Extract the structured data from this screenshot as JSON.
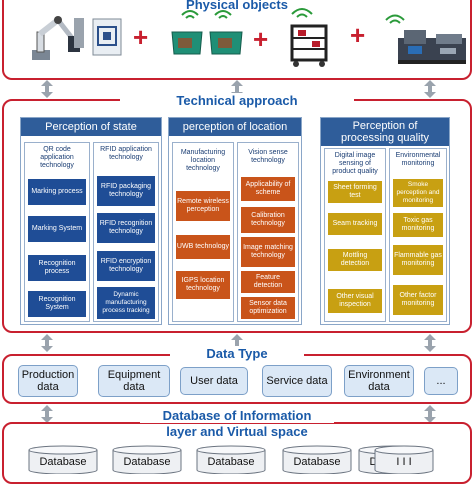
{
  "physical": {
    "title": "Physical objects",
    "plus": "+",
    "icons": [
      "robot-arm-icon",
      "rfid-tag-icon",
      "green-bins-icon",
      "rack-cart-icon",
      "machine-icon"
    ]
  },
  "technical": {
    "title": "Technical approach",
    "panels": [
      {
        "title": "Perception of state",
        "columns": [
          {
            "header": "QR code application technology",
            "items": [
              "Marking process",
              "Marking System",
              "Recognition process",
              "Recognition System"
            ]
          },
          {
            "header": "RFID application technology",
            "items": [
              "RFID packaging technology",
              "RFID recognition technology",
              "RFID encryption technology",
              "Dynamic manufacturing process tracking"
            ]
          }
        ]
      },
      {
        "title": "perception of location",
        "columns": [
          {
            "header": "Manufacturing location technology",
            "items": [
              "Remote wireless perception",
              "UWB technology",
              "IGPS location technology"
            ]
          },
          {
            "header": "Vision sense technology",
            "items": [
              "Applicability of scheme",
              "Calibration technology",
              "Image matching technology",
              "Feature detection",
              "Sensor data optimization"
            ]
          }
        ]
      },
      {
        "title": "Perception of processing quality",
        "columns": [
          {
            "header": "Digital image sensing of product quality",
            "items": [
              "Sheet forming test",
              "Seam tracking",
              "Mottling detection",
              "Other visual inspection"
            ]
          },
          {
            "header": "Environmental monitoring",
            "items": [
              "Smoke perception and monitoring",
              "Toxic gas monitoring",
              "Flammable gas monitoring",
              "Other factor monitoring"
            ]
          }
        ]
      }
    ]
  },
  "datatype": {
    "title": "Data Type",
    "items": [
      "Production data",
      "Equipment data",
      "User data",
      "Service data",
      "Environment data",
      "..."
    ]
  },
  "database": {
    "title_line1": "Database of Information",
    "title_line2": "layer and Virtual  space",
    "items": [
      "Database",
      "Database",
      "Database",
      "Database",
      "Database",
      "I I I"
    ]
  },
  "colors": {
    "frame_red": "#c8202f",
    "title_blue": "#1a5aa8",
    "box_blue": "#1f4d96",
    "box_orange": "#c9541a",
    "box_gold": "#c8a012"
  }
}
